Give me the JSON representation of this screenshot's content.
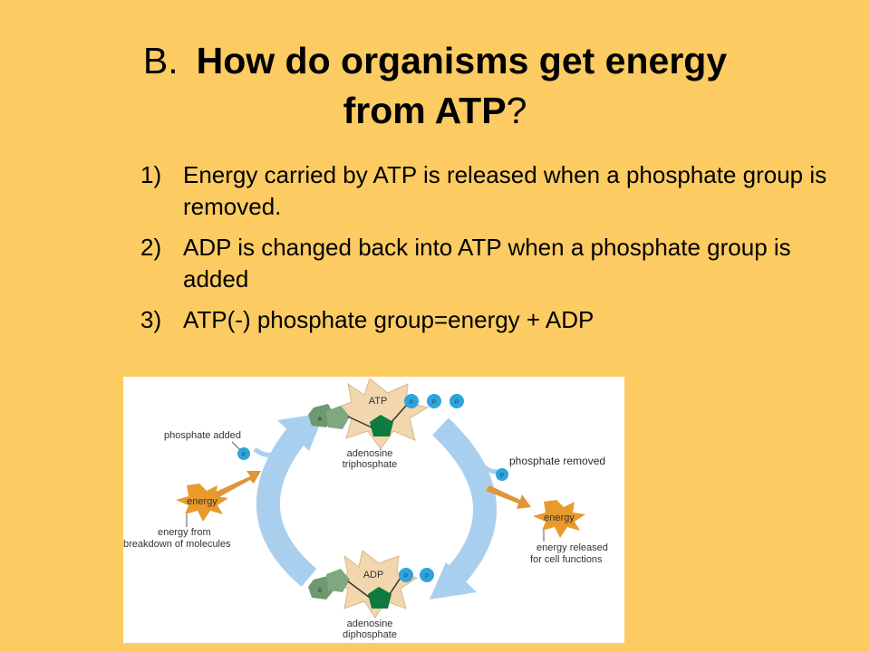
{
  "slide": {
    "title_prefix": "B.",
    "title_main_1": "How do organisms get energy",
    "title_main_2": "from ATP",
    "title_q": "?",
    "points": [
      {
        "num": "1)",
        "text": "Energy carried by ATP is released when a phosphate group is removed."
      },
      {
        "num": "2)",
        "text": "ADP is changed back into ATP when a phosphate group is added"
      },
      {
        "num": "3)",
        "text": "ATP(-) phosphate group=energy + ADP"
      }
    ]
  },
  "diagram": {
    "atp_label": "ATP",
    "atp_name_1": "adenosine",
    "atp_name_2": "triphosphate",
    "adp_label": "ADP",
    "adp_name_1": "adenosine",
    "adp_name_2": "diphosphate",
    "base_letter": "A",
    "phosphate_letter": "P",
    "phosphate_added": "phosphate added",
    "phosphate_removed": "phosphate removed",
    "energy_word": "energy",
    "energy_from_1": "energy from",
    "energy_from_2": "breakdown of molecules",
    "energy_released_1": "energy released",
    "energy_released_2": "for cell functions",
    "colors": {
      "background": "#FCCB62",
      "cycle_arrow": "#A9CFEF",
      "star_tan": "#F2D6AE",
      "energy_star": "#E89A2B",
      "adenine_green": "#6C9A6E",
      "ribose_green": "#0F7A3E",
      "phosphate_blue": "#2FA3DC",
      "orange_arrow": "#E0953A"
    }
  }
}
